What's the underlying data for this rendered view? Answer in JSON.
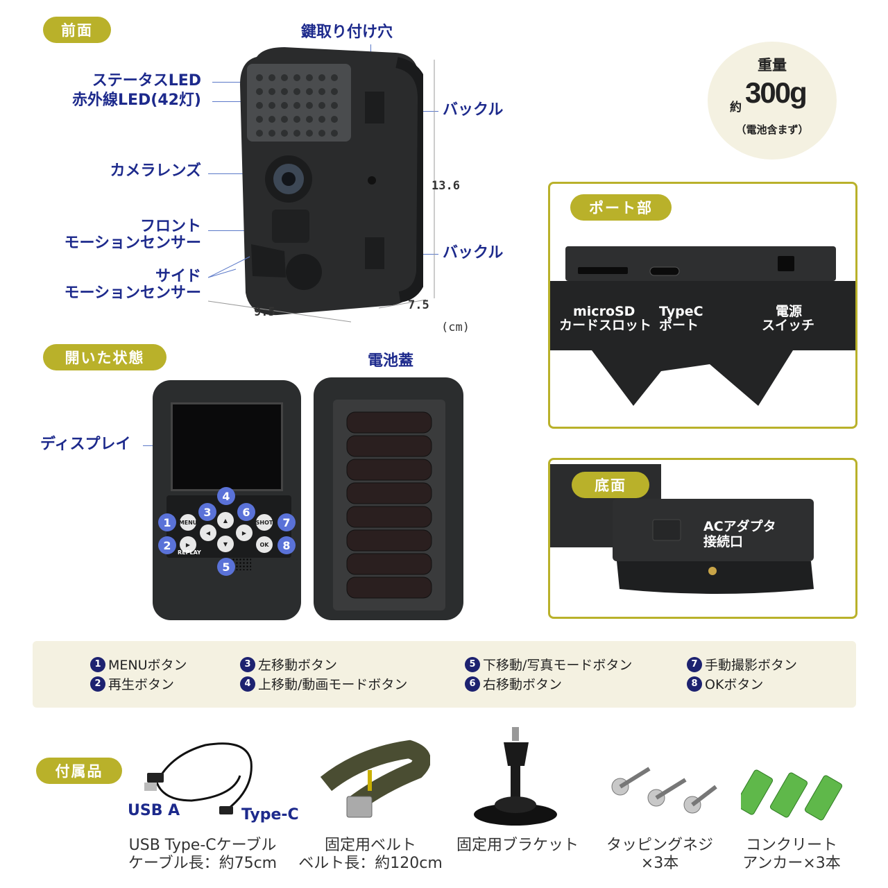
{
  "sections": {
    "front": "前面",
    "open": "開いた状態",
    "ports": "ポート部",
    "bottom": "底面",
    "accessories": "付属品"
  },
  "front_labels": {
    "lock_hole": "鍵取り付け穴",
    "status_led": "ステータスLED",
    "ir_led": "赤外線LED(42灯)",
    "lens": "カメラレンズ",
    "front_sensor_1": "フロント",
    "front_sensor_2": "モーションセンサー",
    "side_sensor_1": "サイド",
    "side_sensor_2": "モーションセンサー",
    "buckle_top": "バックル",
    "buckle_bottom": "バックル"
  },
  "dimensions": {
    "height": "13.6",
    "width": "9.5",
    "depth": "7.5",
    "unit": "(cm)"
  },
  "weight": {
    "title": "重量",
    "prefix": "約",
    "value": "300g",
    "note": "（電池含まず）"
  },
  "ports": {
    "microsd_1": "microSD",
    "microsd_2": "カードスロット",
    "typec_1": "TypeC",
    "typec_2": "ポート",
    "power_1": "電源",
    "power_2": "スイッチ"
  },
  "bottom": {
    "ac_1": "ACアダプタ",
    "ac_2": "接続口"
  },
  "open_labels": {
    "battery_cover": "電池蓋",
    "display": "ディスプレイ"
  },
  "keypad": {
    "menu": "MENU",
    "replay": "REPLAY",
    "shot": "SHOT",
    "ok": "OK",
    "callouts": [
      "1",
      "2",
      "3",
      "4",
      "5",
      "6",
      "7",
      "8"
    ]
  },
  "legend": [
    {
      "num": "1",
      "text": "MENUボタン"
    },
    {
      "num": "2",
      "text": "再生ボタン"
    },
    {
      "num": "3",
      "text": "左移動ボタン"
    },
    {
      "num": "4",
      "text": "上移動/動画モードボタン"
    },
    {
      "num": "5",
      "text": "下移動/写真モードボタン"
    },
    {
      "num": "6",
      "text": "右移動ボタン"
    },
    {
      "num": "7",
      "text": "手動撮影ボタン"
    },
    {
      "num": "8",
      "text": "OKボタン"
    }
  ],
  "accessories": {
    "usb_a": "USB A",
    "type_c": "Type-C",
    "cable_1": "USB Type-Cケーブル",
    "cable_2": "ケーブル長：約75cm",
    "belt_1": "固定用ベルト",
    "belt_2": "ベルト長：約120cm",
    "bracket": "固定用ブラケット",
    "screws_1": "タッピングネジ",
    "screws_2": "×3本",
    "anchor_1": "コンクリート",
    "anchor_2": "アンカー×3本"
  },
  "colors": {
    "accent": "#b9b12a",
    "label": "#1d2a8c",
    "callout": "#5a72d8",
    "legend_bg": "#f4f1e1"
  }
}
